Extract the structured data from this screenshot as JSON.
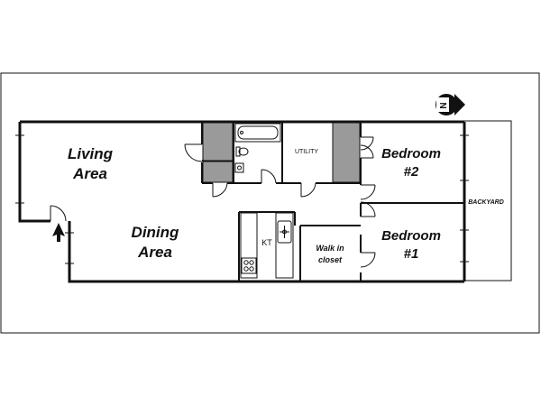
{
  "labels": {
    "living": [
      "Living",
      "Area"
    ],
    "dining": [
      "Dining",
      "Area"
    ],
    "bedroom2": [
      "Bedroom",
      "#2"
    ],
    "bedroom1": [
      "Bedroom",
      "#1"
    ],
    "walkin": [
      "Walk in",
      "closet"
    ],
    "utility": "UTILITY",
    "kitchen": "KT",
    "backyard": "BACKYARD",
    "north": "N"
  },
  "colors": {
    "wall": "#111111",
    "closet_fill": "#9a9a9a",
    "background": "#ffffff"
  },
  "icons": {
    "entrance": "entrance-arrow-icon",
    "north": "north-arrow-icon"
  }
}
